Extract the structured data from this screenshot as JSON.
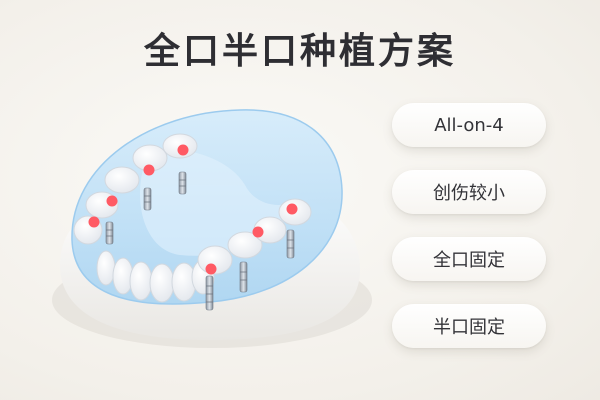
{
  "title": "全口半口种植方案",
  "tags": [
    "All-on-4",
    "创伤较小",
    "全口固定",
    "半口固定"
  ],
  "colors": {
    "gum_guard": "#bfe0f7",
    "implant_marker": "#ff5a64",
    "base": "#ffffff",
    "tooth": "#f8f9fb"
  },
  "icons": [
    "implant-marker-icon",
    "implant-post-icon"
  ]
}
